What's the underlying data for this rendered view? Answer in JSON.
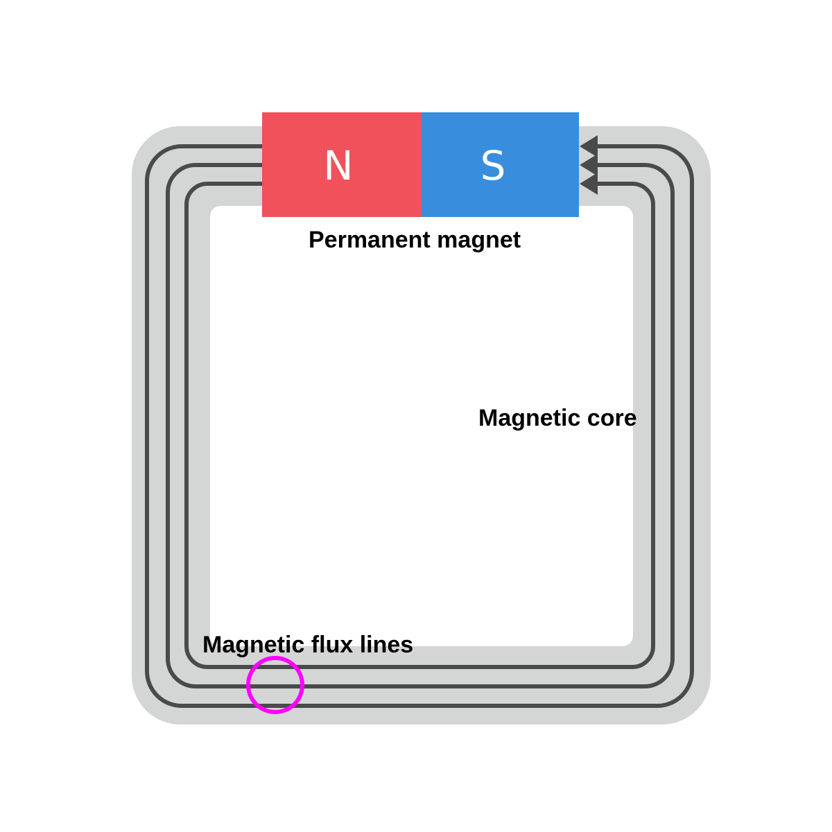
{
  "magnet": {
    "north_label": "N",
    "south_label": "S",
    "north_color": "#f0515b",
    "south_color": "#388edc"
  },
  "labels": {
    "permanent_magnet": "Permanent magnet",
    "magnetic_core": "Magnetic core",
    "magnetic_flux_lines": "Magnetic flux lines"
  },
  "colors": {
    "core": "#d4d5d5",
    "flux_line": "#4a4a4a",
    "highlight": "#ff00ff",
    "background": "#ffffff"
  }
}
